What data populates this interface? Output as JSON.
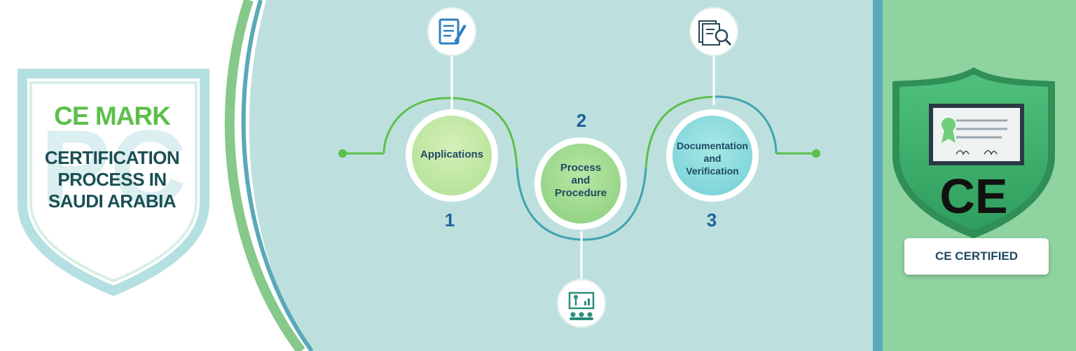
{
  "banner": {
    "heading": "CE MARK",
    "subtitle_lines": [
      "CERTIFICATION",
      "PROCESS IN",
      "SAUDI ARABIA"
    ]
  },
  "steps": [
    {
      "number": "1",
      "label_lines": [
        "Applications"
      ],
      "icon": "document-pen-icon"
    },
    {
      "number": "2",
      "label_lines": [
        "Process",
        "and",
        "Procedure"
      ],
      "icon": "presentation-icon"
    },
    {
      "number": "3",
      "label_lines": [
        "Documentation",
        "and",
        "Verification"
      ],
      "icon": "document-search-icon"
    }
  ],
  "badge": {
    "mark": "CE",
    "caption": "CE CERTIFIED"
  },
  "colors": {
    "accent_green": "#5cbf4a",
    "dark_teal": "#1b4f54",
    "panel_bg": "#bde0de",
    "right_panel": "#8fd3a0",
    "number_blue": "#1f5f9a"
  }
}
